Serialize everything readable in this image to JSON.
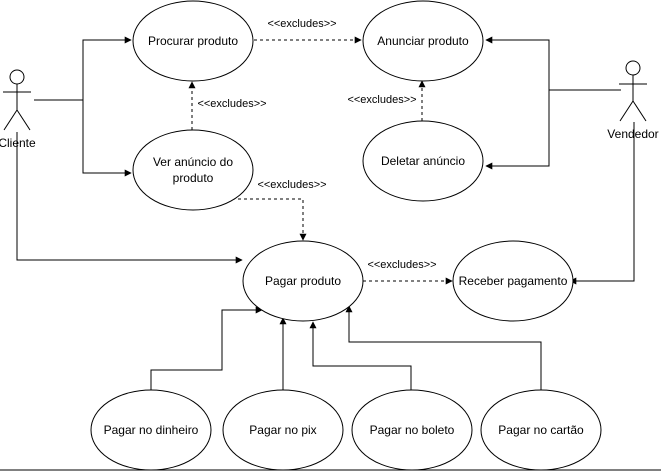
{
  "actors": {
    "cliente": "Cliente",
    "vendedor": "Vendedor"
  },
  "use_cases": {
    "procurar": "Procurar produto",
    "anunciar": "Anunciar produto",
    "ver_anuncio_1": "Ver anúncio do",
    "ver_anuncio_2": "produto",
    "deletar": "Deletar anúncio",
    "pagar": "Pagar produto",
    "receber": "Receber pagamento",
    "pagar_dinheiro": "Pagar no dinheiro",
    "pagar_pix": "Pagar no pix",
    "pagar_boleto": "Pagar no boleto",
    "pagar_cartao": "Pagar no cartão"
  },
  "relations": {
    "procurar_anunciar": "<<excludes>>",
    "ver_procurar": "<<excludes>>",
    "deletar_anunciar": "<<excludes>>",
    "ver_pagar": "<<excludes>>",
    "pagar_receber": "<<excludes>>"
  },
  "colors": {
    "stroke": "#000000",
    "background": "#ffffff"
  }
}
